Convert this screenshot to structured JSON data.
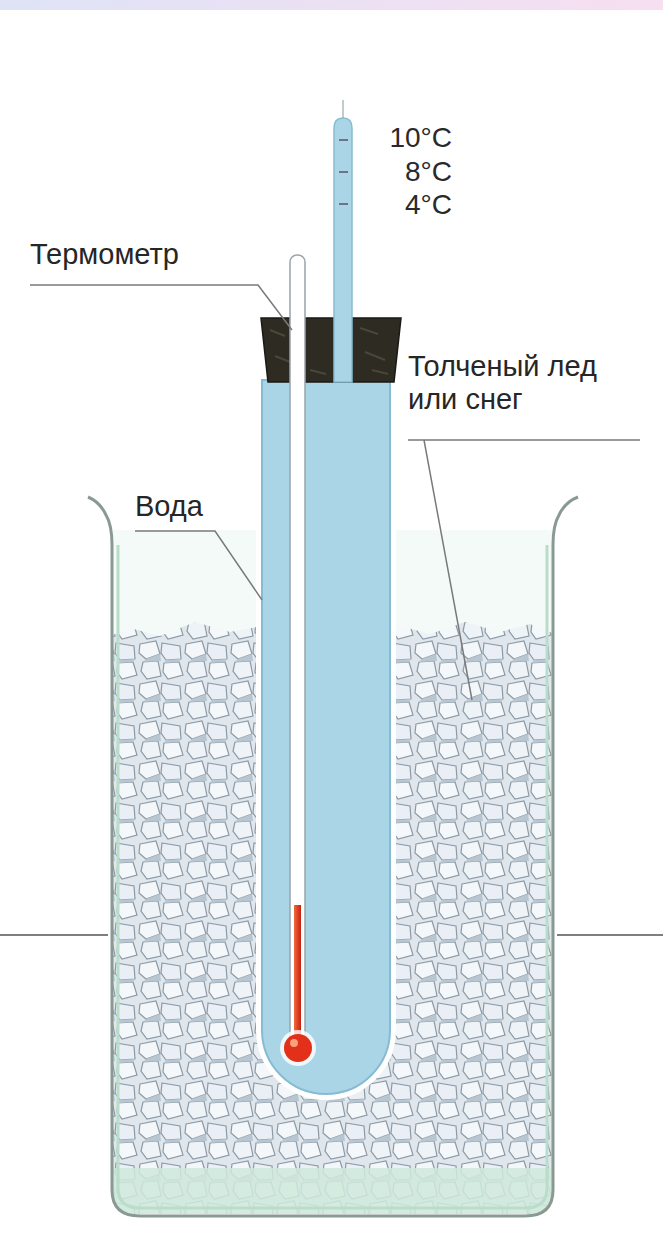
{
  "diagram": {
    "labels": [
      "10°C",
      "8°C",
      "4°C",
      "Термометр",
      "Толченый лед или снег",
      "Вода"
    ]
  }
}
